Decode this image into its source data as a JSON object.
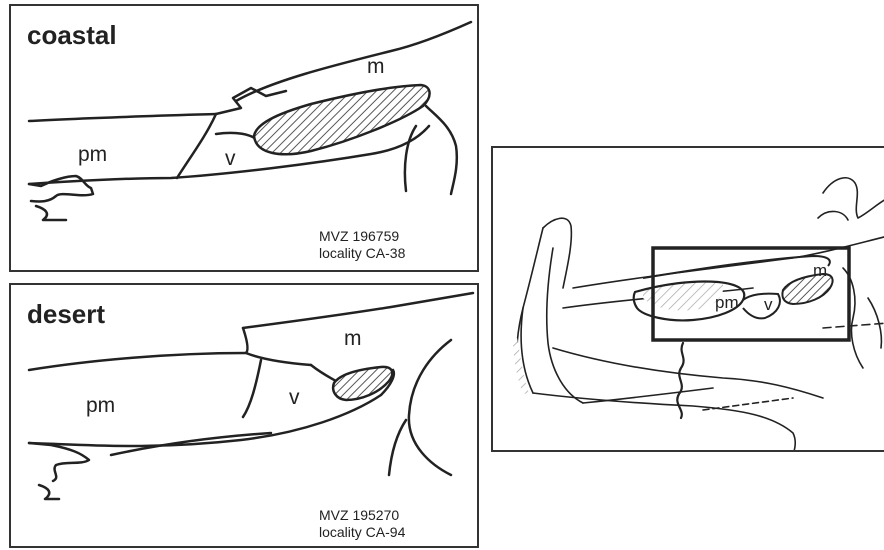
{
  "panels": {
    "coastal": {
      "title": "coastal",
      "labels": {
        "m": "m",
        "pm": "pm",
        "v": "v"
      },
      "specimen": "MVZ 196759",
      "locality": "locality CA-38"
    },
    "desert": {
      "title": "desert",
      "labels": {
        "m": "m",
        "pm": "pm",
        "v": "v"
      },
      "specimen": "MVZ 195270",
      "locality": "locality CA-94"
    },
    "overview": {
      "labels": {
        "m": "m",
        "pm": "pm",
        "v": "v"
      }
    }
  },
  "colors": {
    "outline": "#222222",
    "hatch": "#555555",
    "frame": "#333333"
  }
}
